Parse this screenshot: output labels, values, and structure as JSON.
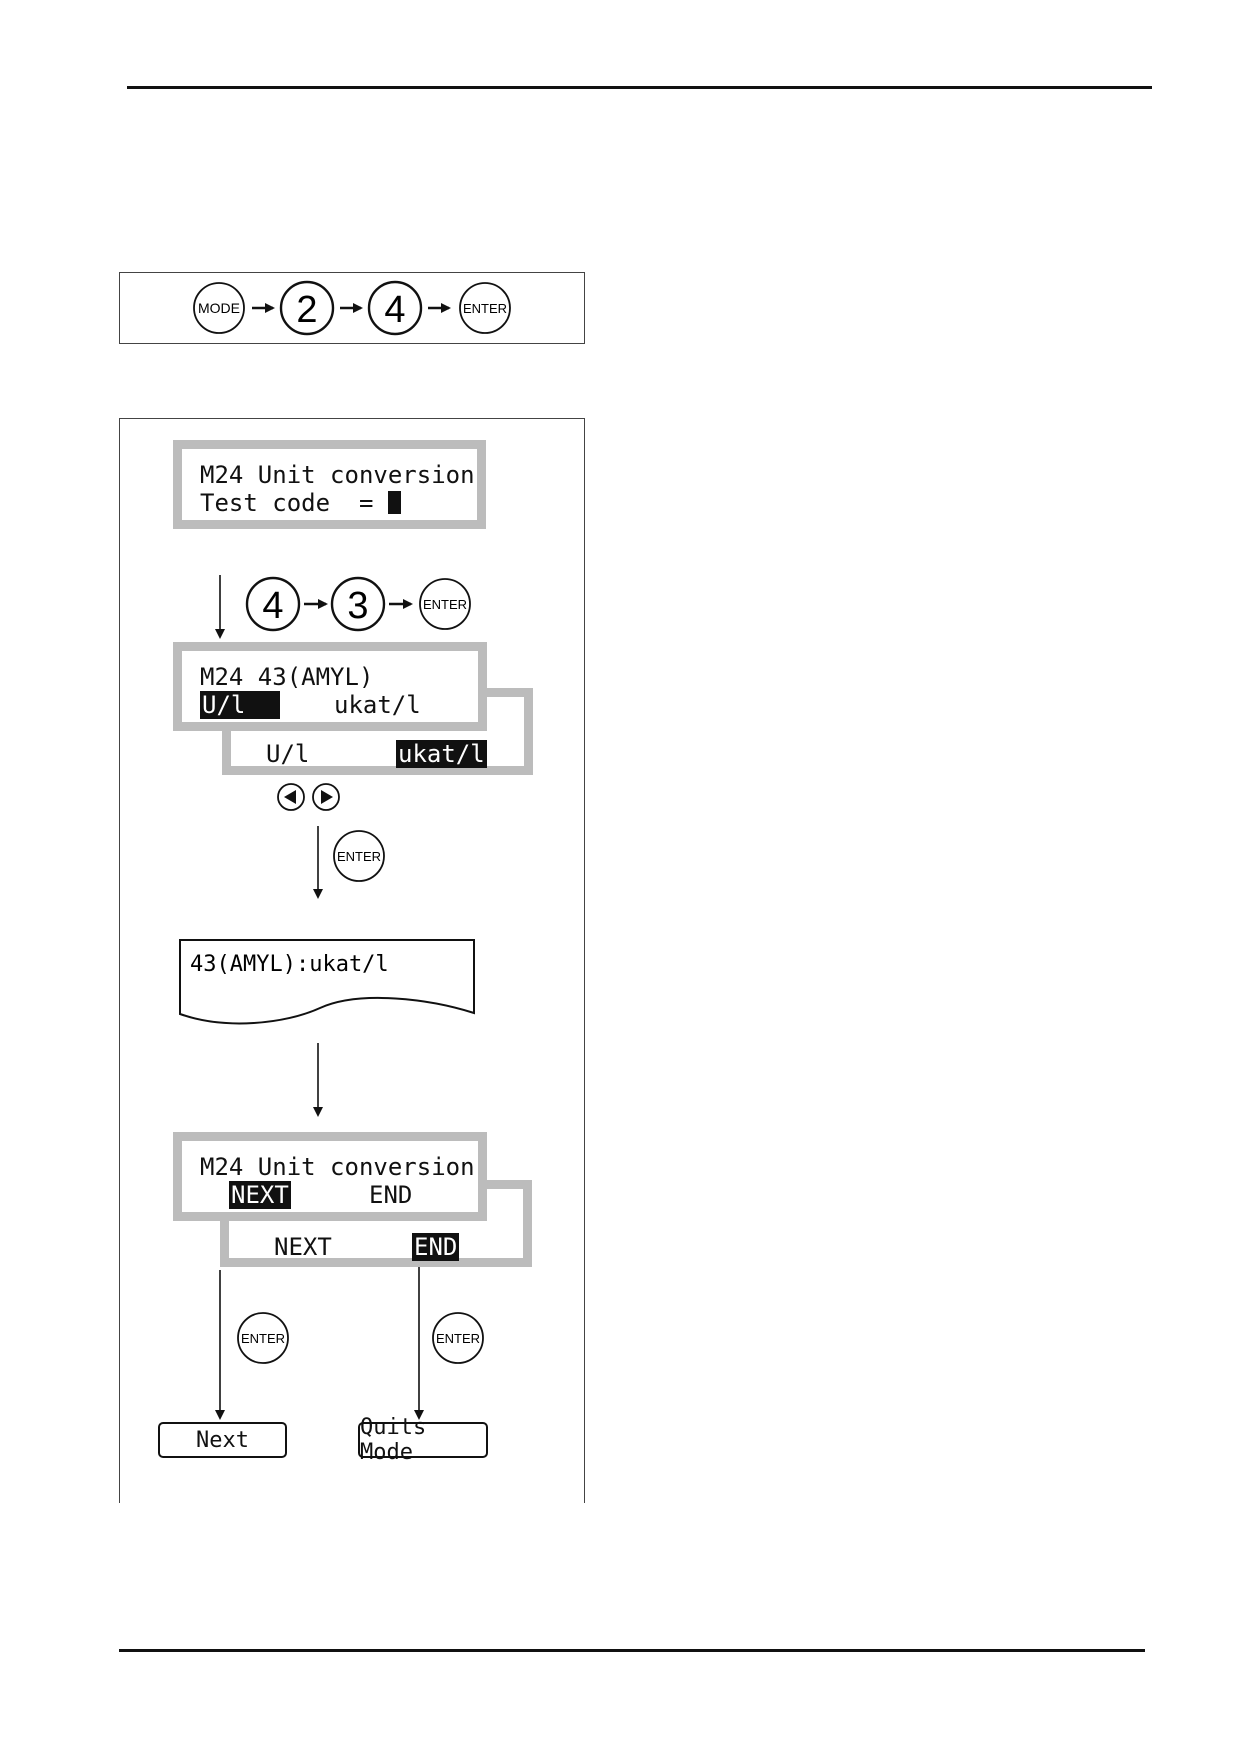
{
  "key_sequence": [
    {
      "label": "MODE",
      "kind": "small"
    },
    {
      "label": "2",
      "kind": "big"
    },
    {
      "label": "4",
      "kind": "big"
    },
    {
      "label": "ENTER",
      "kind": "small"
    }
  ],
  "screen_test_code": {
    "line1": "M24 Unit conversion",
    "line2": "Test code  = "
  },
  "test_code_keys": [
    {
      "label": "4",
      "kind": "big"
    },
    {
      "label": "3",
      "kind": "big"
    },
    {
      "label": "ENTER",
      "kind": "small"
    }
  ],
  "screen_unit_select": {
    "line1": "M24 43(AMYL)",
    "option_a": "U/l",
    "option_b": "ukat/l",
    "selected": "U/l"
  },
  "screen_unit_select_alt": {
    "option_a": "U/l",
    "option_b": "ukat/l",
    "selected": "ukat/l"
  },
  "arrow_keys": [
    {
      "name": "left-arrow-key",
      "symbol": "◀"
    },
    {
      "name": "right-arrow-key",
      "symbol": "▶"
    }
  ],
  "enter_label": "ENTER",
  "printout_text": "43(AMYL):ukat/l",
  "screen_next_end": {
    "line1": "M24 Unit conversion",
    "option_a": "NEXT",
    "option_b": "END",
    "selected": "NEXT"
  },
  "screen_next_end_alt": {
    "option_a": "NEXT",
    "option_b": "END",
    "selected": "END"
  },
  "results": {
    "next": "Next",
    "quit": "Quits Mode"
  },
  "colors": {
    "lcd_border": "#bcbcbc",
    "ink": "#111111"
  }
}
